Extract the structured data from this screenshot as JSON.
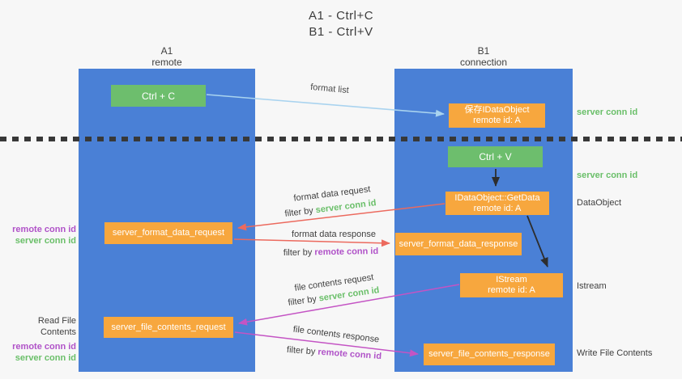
{
  "title": {
    "line1": "A1 - Ctrl+C",
    "line2": "B1 - Ctrl+V"
  },
  "lanes": {
    "a1": {
      "name": "A1",
      "subtitle": "remote"
    },
    "b1": {
      "name": "B1",
      "subtitle": "connection"
    }
  },
  "nodes": {
    "ctrl_c": {
      "label": "Ctrl + C"
    },
    "ctrl_v": {
      "label": "Ctrl + V"
    },
    "save_idataobject": {
      "line1": "保存IDataObject",
      "line2": "remote id: A"
    },
    "getdata": {
      "line1": "IDataObject::GetData",
      "line2": "remote id: A"
    },
    "istream": {
      "line1": "IStream",
      "line2": "remote id: A"
    },
    "format_data_request": {
      "label": "server_format_data_request"
    },
    "format_data_response": {
      "label": "server_format_data_response"
    },
    "file_contents_request": {
      "label": "server_file_contents_request"
    },
    "file_contents_response": {
      "label": "server_file_contents_response"
    }
  },
  "arrow_labels": {
    "format_list": "format list",
    "format_data_request": "format data request",
    "format_data_response": "format data response",
    "file_contents_request": "file contents request",
    "file_contents_response": "file contents response",
    "filter_by": "filter by",
    "server_conn_id": "server conn id",
    "remote_conn_id": "remote conn id"
  },
  "side_labels": {
    "left_format": {
      "remote": "remote conn id",
      "server": "server conn id"
    },
    "left_file": {
      "title": "Read File Contents",
      "remote": "remote conn id",
      "server": "server conn id"
    },
    "right_top": "server conn id",
    "right_ctrl_v": "server conn id",
    "right_dataobject": "DataObject",
    "right_istream": "Istream",
    "right_write": "Write File Contents"
  },
  "colors": {
    "lane_blue": "#4a80d6",
    "node_orange": "#f7a73e",
    "node_green": "#6dbe6d",
    "arrow_red": "#ec6a5e",
    "arrow_magenta": "#c454c4",
    "arrow_light_blue": "#a9d3ef",
    "arrow_black": "#2d2d2d",
    "text_green": "#6abf69",
    "text_purple": "#b052c8",
    "background": "#f7f7f7"
  }
}
